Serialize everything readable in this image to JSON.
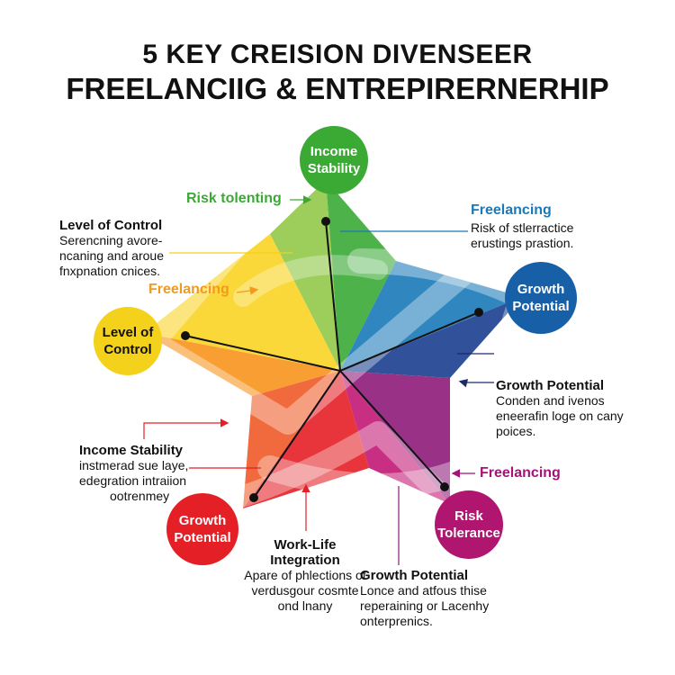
{
  "title": {
    "line1": "5 KEY CREISION DIVENSEER",
    "line2": "FREELANCIIG & ENTREPIRERNERHIP"
  },
  "nodes": [
    {
      "label": "Income Stability",
      "color": "#3aaa35"
    },
    {
      "label": "Growth Potential",
      "color": "#1760a8"
    },
    {
      "label": "Risk Tolerance",
      "color": "#b0166f"
    },
    {
      "label": "Growth Potential",
      "color": "#e41f26"
    },
    {
      "label": "Level of Control",
      "color": "#f4d11b"
    }
  ],
  "tags": [
    {
      "text": "Risk tolenting",
      "color": "#3aaa35"
    },
    {
      "text": "Freelancing",
      "color": "#f29a1e"
    },
    {
      "text": "Freelancing",
      "color": "#1a7ab8"
    },
    {
      "text": "Freelancing",
      "color": "#a4127a"
    }
  ],
  "callouts": {
    "left_top": {
      "heading": "Level of Control",
      "lines": [
        "Serencning avore-",
        "ncaning and aroue",
        "fnxpnation cnices."
      ]
    },
    "left_bottom": {
      "heading": "Income Stability",
      "lines": [
        "instmerad sue laye,",
        "edegration intraiion",
        "ootrenmey"
      ]
    },
    "bottom_center": {
      "heading": "Work-Life Integration",
      "lines": [
        "Apare of phlections of",
        "verdusgour cosmte",
        "ond lnany"
      ]
    },
    "bottom_right": {
      "heading": "Growth Potential",
      "lines": [
        "Lonce and atfous thise",
        "reperaining or Lacenhy",
        "onterprenics."
      ]
    },
    "right_middle": {
      "heading": "Growth Potential",
      "lines": [
        "Conden and ivenos",
        "eneerafin loge on cany",
        "poices."
      ]
    },
    "right_top": {
      "heading": "Freelancing",
      "lines": [
        "Risk of stlerractice",
        "erustings prastion."
      ]
    }
  }
}
